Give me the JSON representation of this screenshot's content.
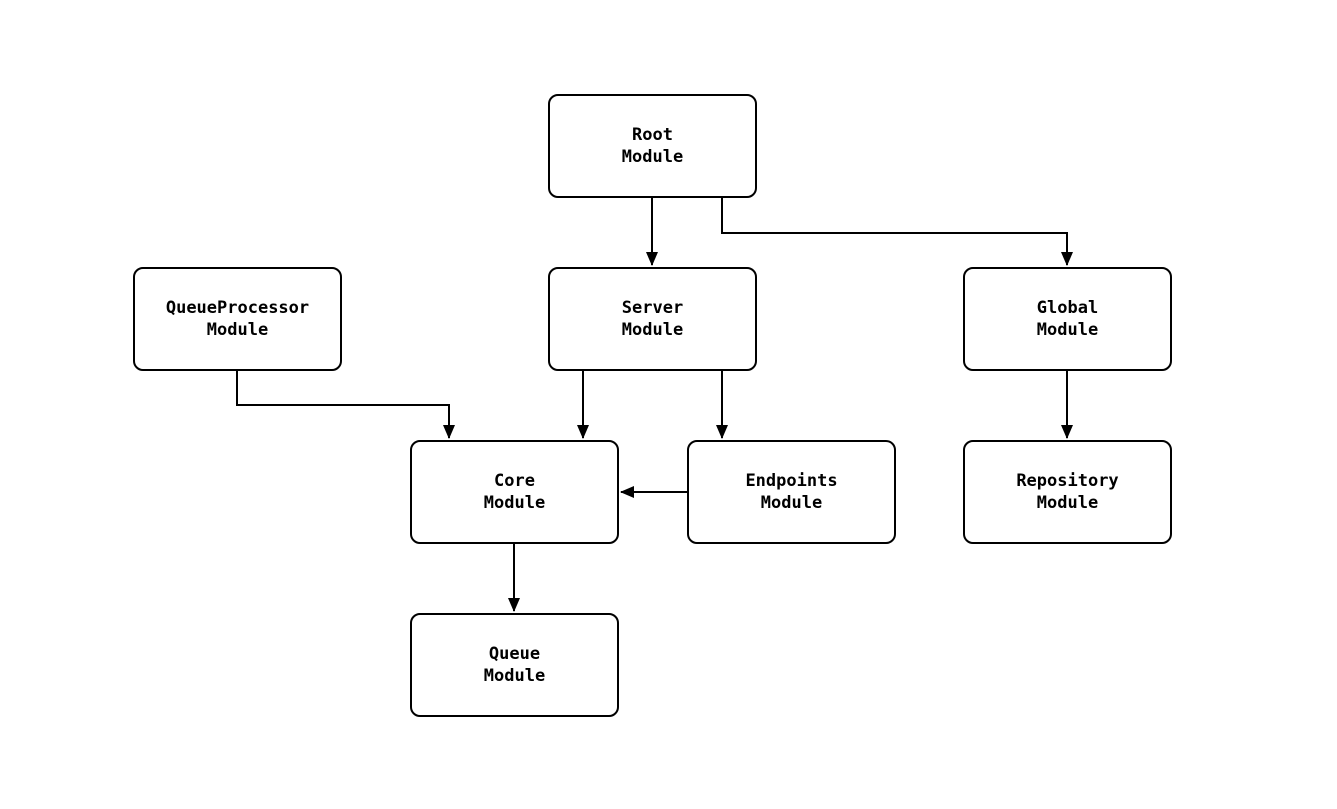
{
  "diagram": {
    "type": "flowchart",
    "background_color": "#ffffff",
    "node_fill_color": "#ffffff",
    "node_border_color": "#000000",
    "edge_color": "#000000",
    "nodes": {
      "root": {
        "label": "Root\nModule"
      },
      "queue_processor": {
        "label": "QueueProcessor\nModule"
      },
      "server": {
        "label": "Server\nModule"
      },
      "global": {
        "label": "Global\nModule"
      },
      "core": {
        "label": "Core\nModule"
      },
      "endpoints": {
        "label": "Endpoints\nModule"
      },
      "repository": {
        "label": "Repository\nModule"
      },
      "queue": {
        "label": "Queue\nModule"
      }
    },
    "edges": [
      {
        "from": "Root Module",
        "to": "Server Module"
      },
      {
        "from": "Root Module",
        "to": "Global Module"
      },
      {
        "from": "QueueProcessor Module",
        "to": "Core Module"
      },
      {
        "from": "Server Module",
        "to": "Core Module"
      },
      {
        "from": "Server Module",
        "to": "Endpoints Module"
      },
      {
        "from": "Endpoints Module",
        "to": "Core Module"
      },
      {
        "from": "Global Module",
        "to": "Repository Module"
      },
      {
        "from": "Core Module",
        "to": "Queue Module"
      }
    ]
  }
}
